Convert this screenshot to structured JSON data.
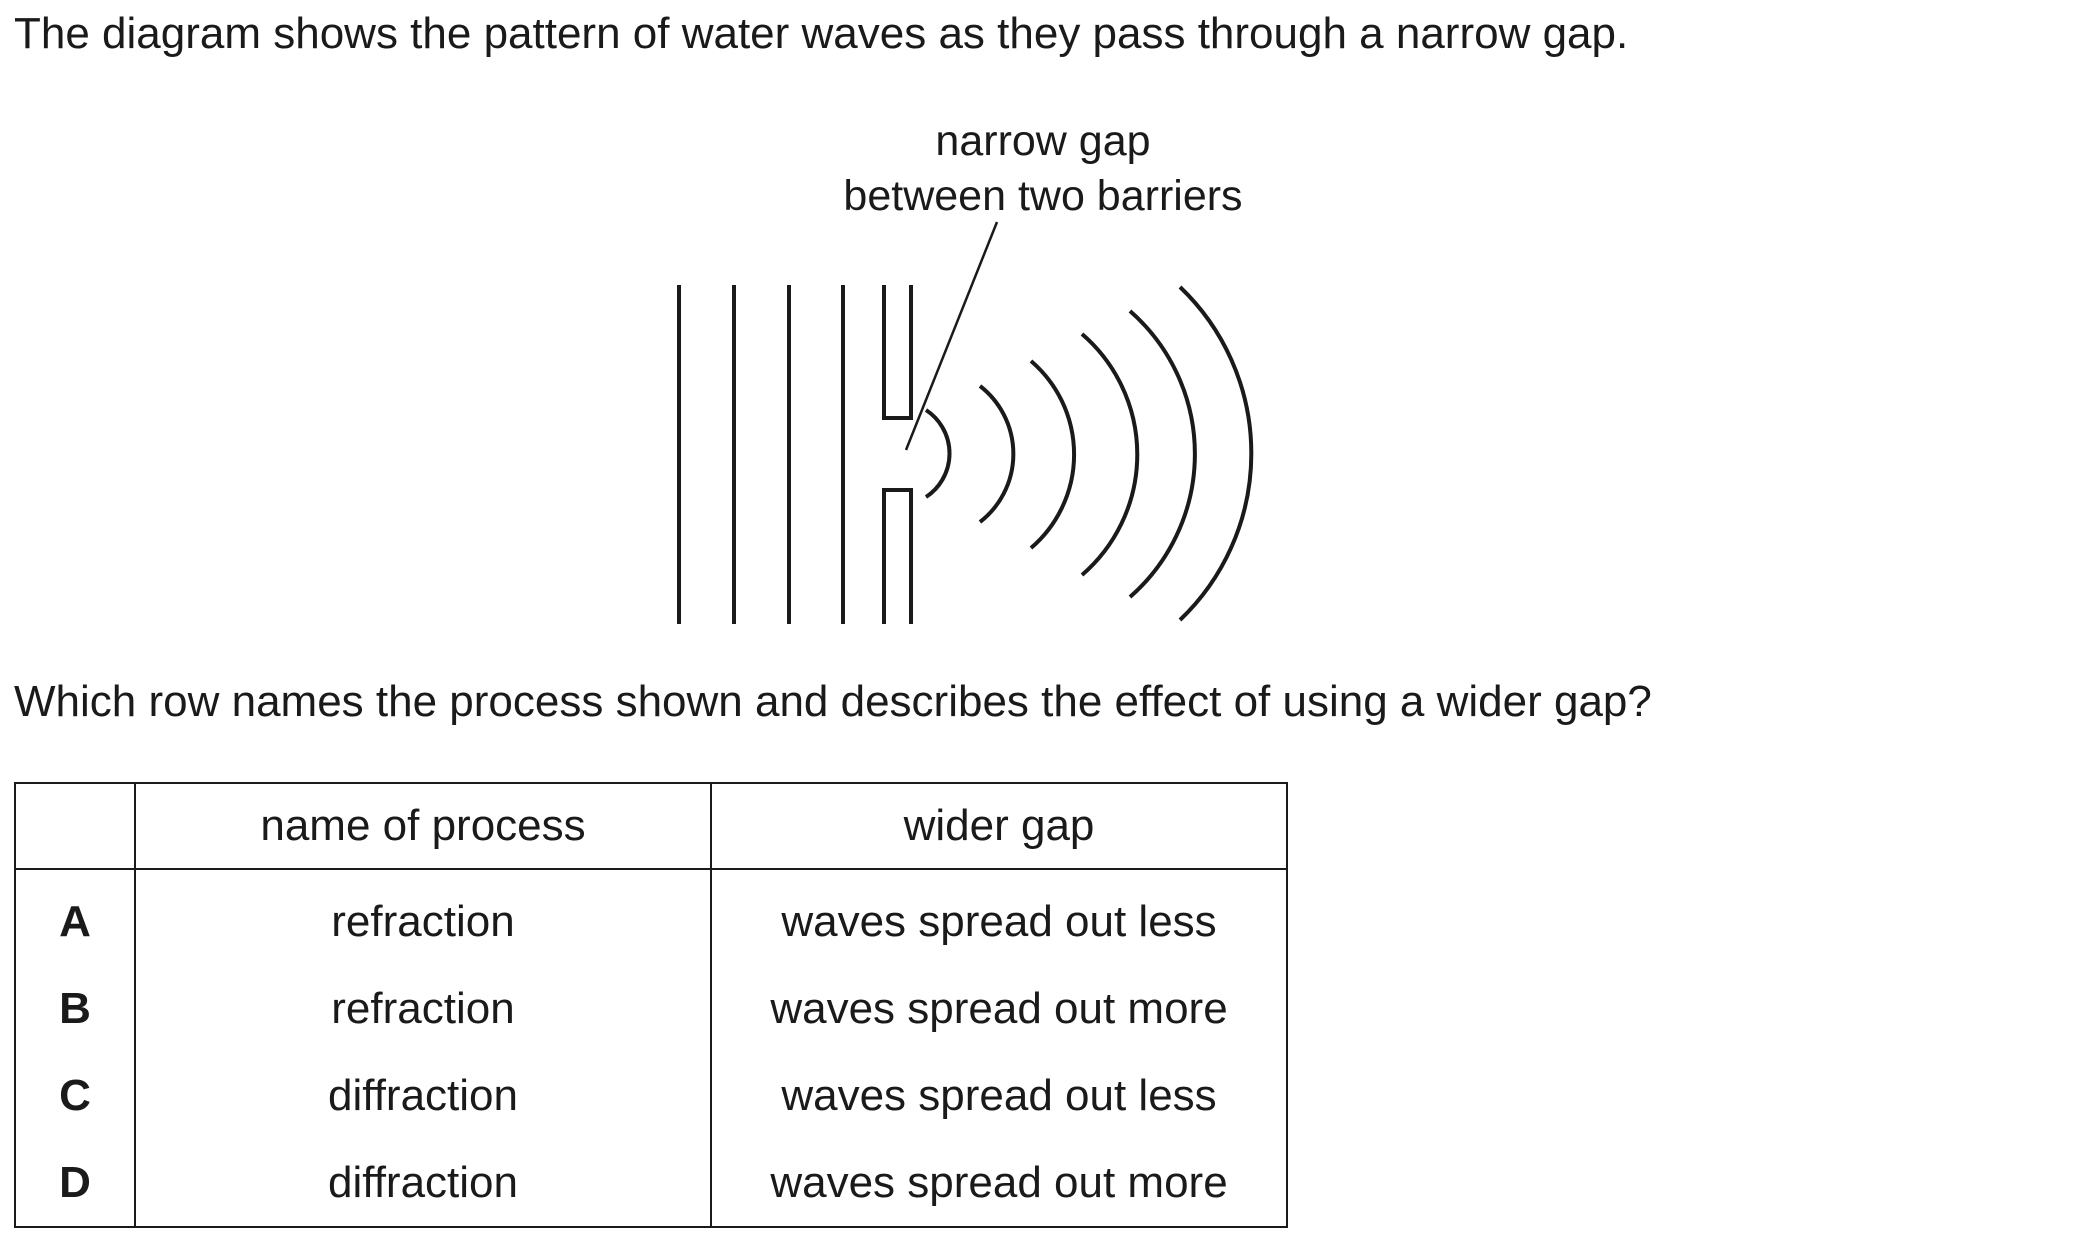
{
  "intro": "The diagram shows the pattern of water waves as they pass through a narrow gap.",
  "diagram": {
    "label_line1": "narrow gap",
    "label_line2": "between two barriers"
  },
  "question": "Which row names the process shown and describes the effect of using a wider gap?",
  "table": {
    "headers": [
      "",
      "name of process",
      "wider gap"
    ],
    "rows": [
      {
        "letter": "A",
        "process": "refraction",
        "effect": "waves spread out less"
      },
      {
        "letter": "B",
        "process": "refraction",
        "effect": "waves spread out more"
      },
      {
        "letter": "C",
        "process": "diffraction",
        "effect": "waves spread out less"
      },
      {
        "letter": "D",
        "process": "diffraction",
        "effect": "waves spread out more"
      }
    ]
  }
}
